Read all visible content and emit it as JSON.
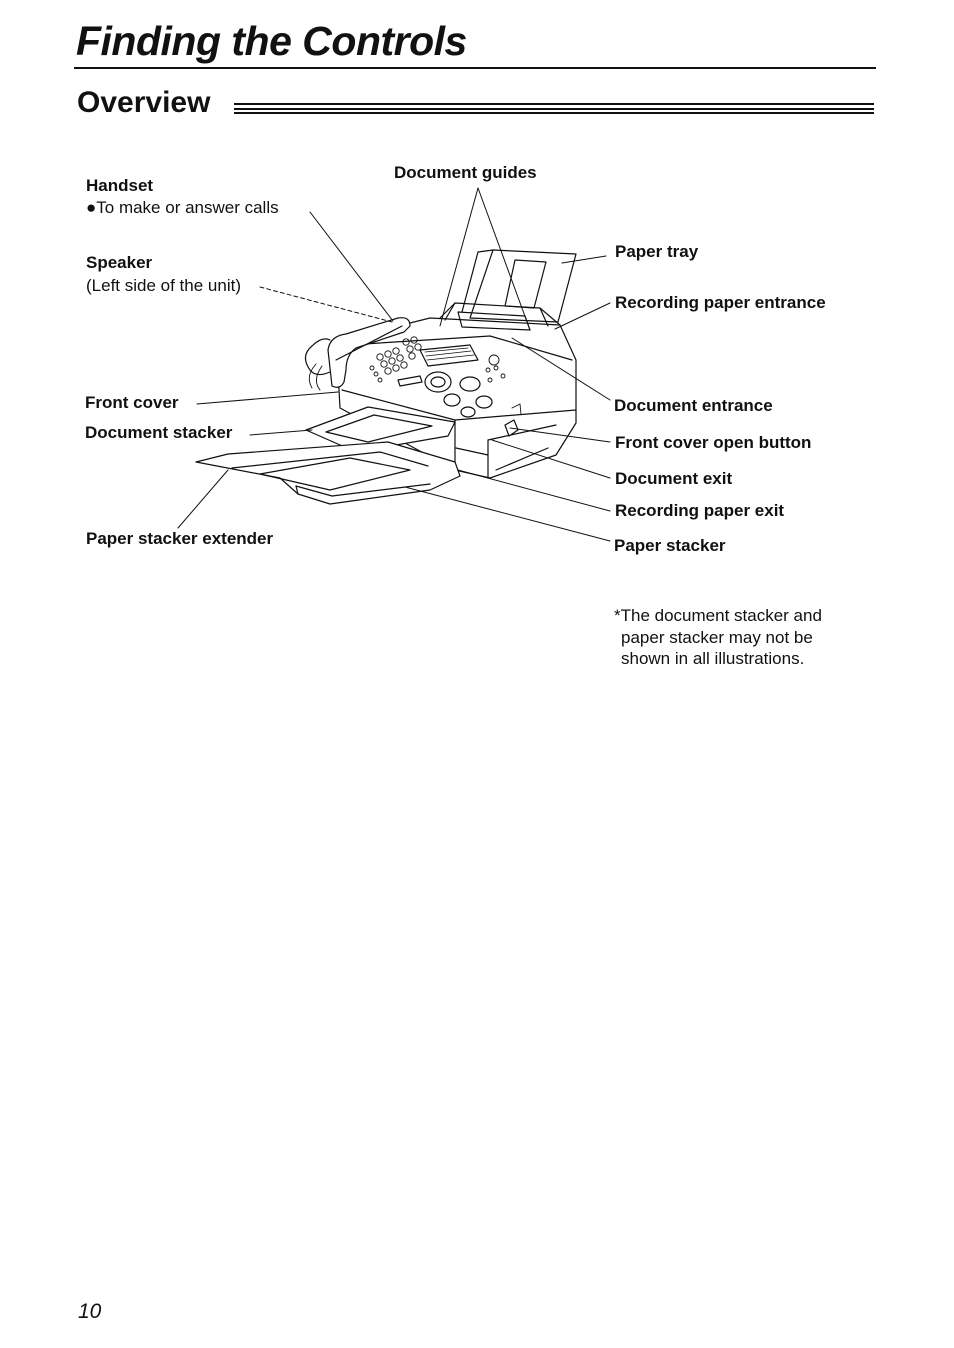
{
  "header": {
    "title": "Finding the Controls"
  },
  "section": {
    "title": "Overview"
  },
  "labels": {
    "handset": "Handset",
    "handset_note": "●To make or answer calls",
    "speaker": "Speaker",
    "speaker_note": "(Left side of the unit)",
    "front_cover": "Front cover",
    "document_stacker": "Document stacker",
    "paper_stacker_extender": "Paper stacker extender",
    "document_guides": "Document guides",
    "paper_tray": "Paper tray",
    "recording_paper_entrance": "Recording paper entrance",
    "document_entrance": "Document entrance",
    "front_cover_open_button": "Front cover open button",
    "document_exit": "Document exit",
    "recording_paper_exit": "Recording paper exit",
    "paper_stacker": "Paper stacker"
  },
  "note": {
    "line1": "*The document stacker and",
    "line2": "paper stacker may not be",
    "line3": "shown in all illustrations."
  },
  "footer": {
    "page_number": "10"
  }
}
